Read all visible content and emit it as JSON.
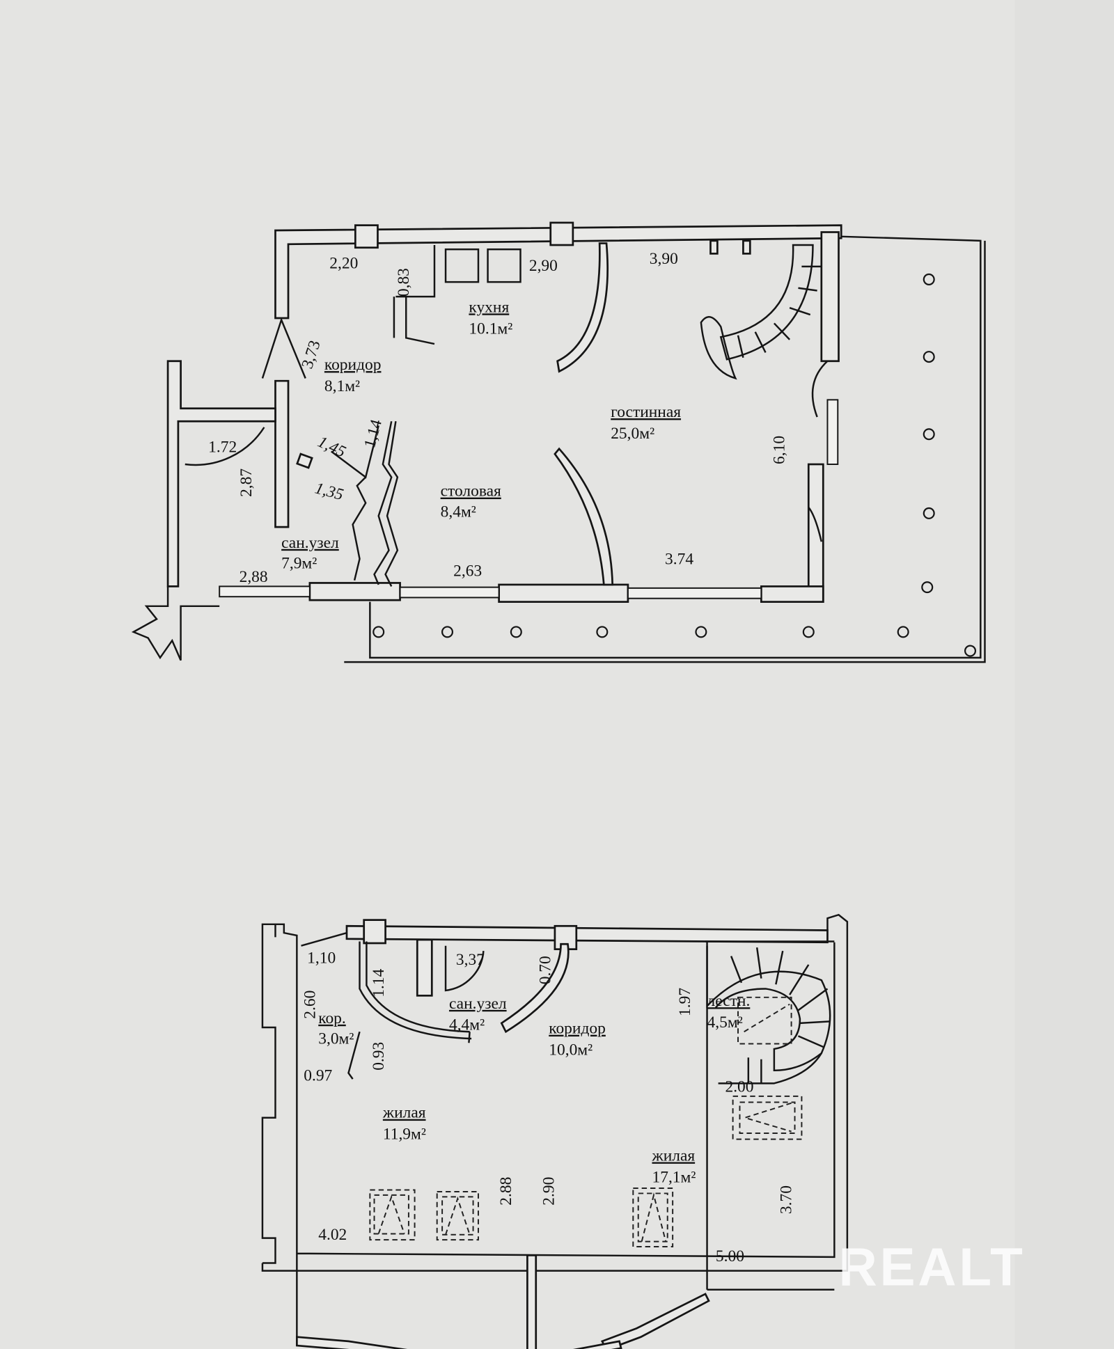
{
  "upper_floor": {
    "rooms": {
      "kitchen": {
        "name": "кухня",
        "area": "10.1м²"
      },
      "corridor": {
        "name": "коридор",
        "area": "8,1м²"
      },
      "living": {
        "name": "гостинная",
        "area": "25,0м²"
      },
      "dining": {
        "name": "столовая",
        "area": "8,4м²"
      },
      "bathroom": {
        "name": "сан.узел",
        "area": "7,9м²"
      }
    },
    "dimensions": {
      "d220": "2,20",
      "d083": "0,83",
      "d290": "2,90",
      "d390": "3,90",
      "d373": "3,73",
      "d610": "6,10",
      "d172": "1.72",
      "d287": "2,87",
      "d145": "1,45",
      "d114": "1,14",
      "d135": "1,35",
      "d288": "2,88",
      "d263": "2,63",
      "d374": "3.74"
    }
  },
  "lower_floor": {
    "rooms": {
      "bathroom": {
        "name": "сан.узел",
        "area": "4,4м²"
      },
      "small_corridor": {
        "name": "кор.",
        "area": "3,0м²"
      },
      "corridor": {
        "name": "коридор",
        "area": "10,0м²"
      },
      "stairs": {
        "name": "лестн.",
        "area": "4,5м²"
      },
      "bedroom1": {
        "name": "жилая",
        "area": "11,9м²"
      },
      "bedroom2": {
        "name": "жилая",
        "area": "17,1м²"
      }
    },
    "dimensions": {
      "d110": "1,10",
      "d114": "1.14",
      "d337": "3,37",
      "d070": "0.70",
      "d260": "2.60",
      "d093": "0.93",
      "d097": "0.97",
      "d197": "1.97",
      "d200": "2.00",
      "d288": "2.88",
      "d290": "2.90",
      "d370": "3.70",
      "d402": "4.02",
      "d500": "5.00"
    }
  },
  "watermark": "REALT"
}
